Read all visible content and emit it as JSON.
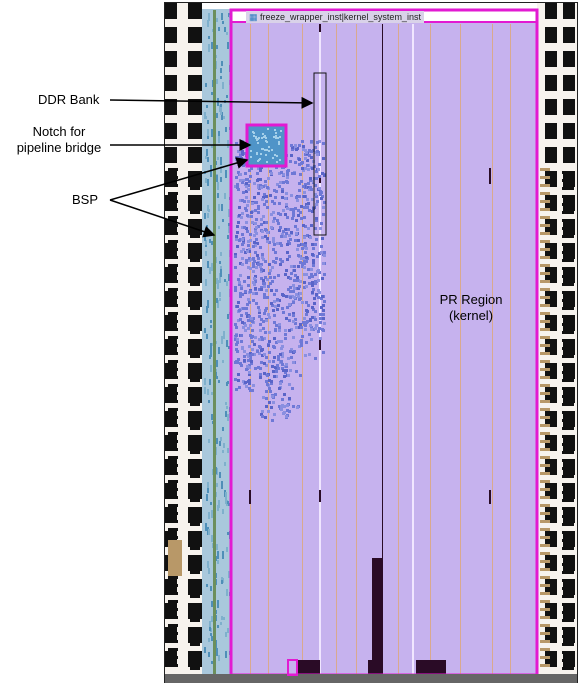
{
  "annotations": {
    "ddr_bank": "DDR Bank",
    "notch_line1": "Notch for",
    "notch_line2": "pipeline bridge",
    "bsp": "BSP",
    "pr_line1": "PR Region",
    "pr_line2": "(kernel)"
  },
  "region": {
    "instance_name": "freeze_wrapper_inst|kernel_system_inst",
    "icon": "hierarchy-icon"
  },
  "colors": {
    "pr_region_fill": "#c6b2ee",
    "pr_region_border": "#e21ad2",
    "bsp_fill": "#a9c8dc",
    "placed_logic": "#6e78d6",
    "io_column": "#2a0b26",
    "io_accent": "#b89868"
  }
}
